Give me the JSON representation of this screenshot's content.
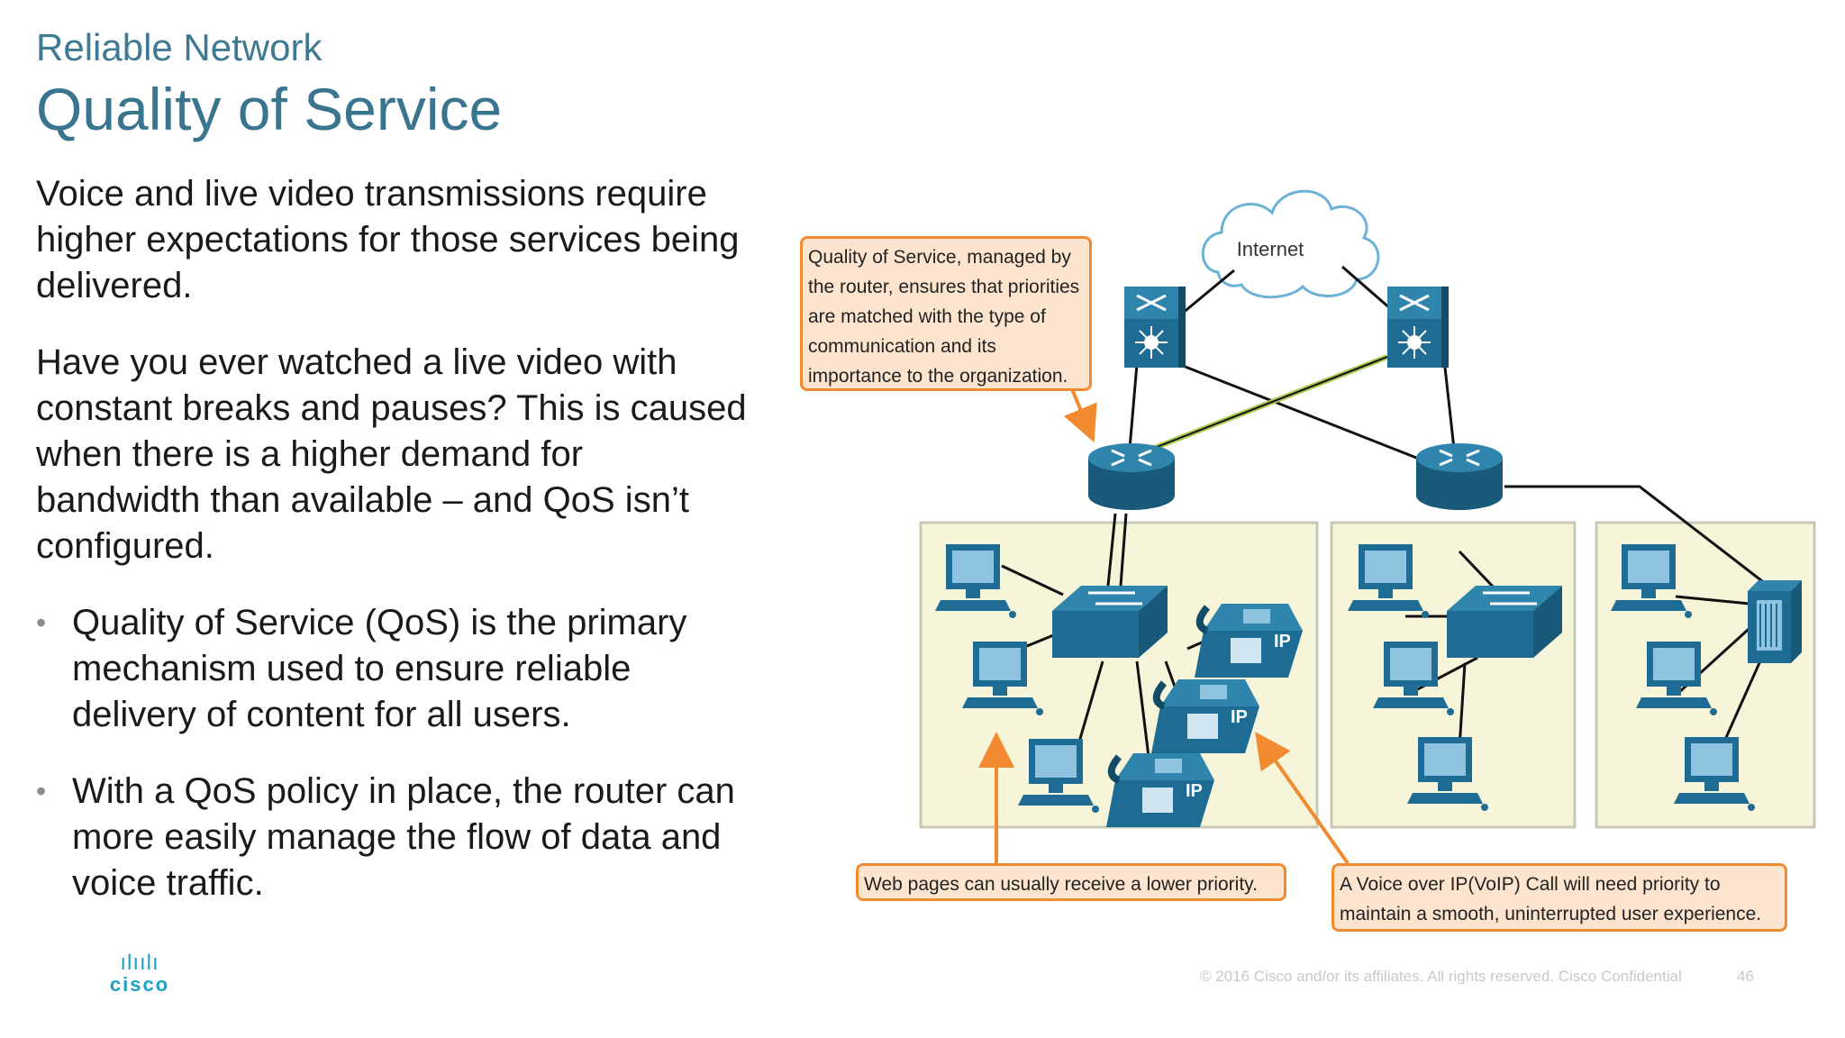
{
  "slide": {
    "kicker": "Reliable Network",
    "title": "Quality of Service",
    "paragraphs": [
      "Voice and live video transmissions require higher expectations for those services being delivered.",
      "Have you ever watched a live video with constant breaks and pauses? This is caused when there is a higher demand for bandwidth than available – and QoS isn’t configured."
    ],
    "bullets": [
      "Quality of Service (QoS) is the primary mechanism used to ensure reliable delivery of content for all users.",
      "With a QoS policy in place, the router can more easily manage the flow of data and voice traffic."
    ],
    "bullet_glyph": "•"
  },
  "diagram": {
    "internet_label": "Internet",
    "phone_label": "IP",
    "callouts": {
      "qos": "Quality of Service, managed by the router, ensures that priorities are matched with the type of communication and its importance to the organization.",
      "web": "Web pages can usually receive a lower priority.",
      "voip": "A Voice over IP(VoIP) Call will need priority to maintain a smooth, uninterrupted user experience."
    },
    "colors": {
      "device_blue": "#1e6c93",
      "panel_fill": "#f6f5da",
      "callout_fill": "#fde4cf",
      "callout_border": "#f28a2f",
      "green_link": "#a6c94e"
    }
  },
  "footer": {
    "logo_text": "cisco",
    "logo_bars": "ılıılı",
    "copyright": "© 2016  Cisco and/or its affiliates. All rights reserved.   Cisco Confidential",
    "page_number": "46"
  }
}
